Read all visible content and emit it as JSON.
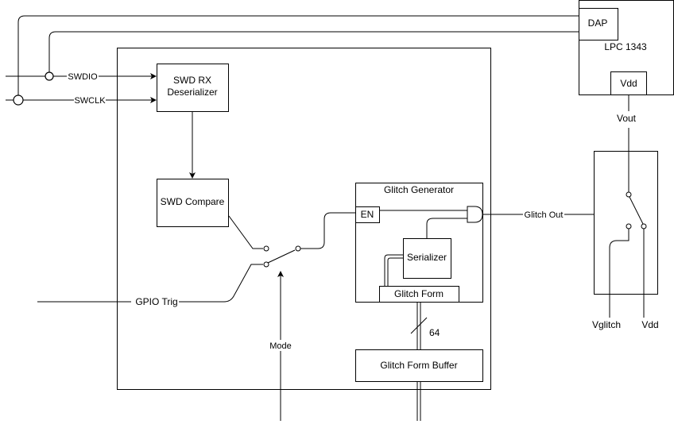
{
  "blocks": {
    "swd_rx": [
      "SWD RX",
      "Deserializer"
    ],
    "swd_compare": "SWD Compare",
    "glitch_generator": "Glitch Generator",
    "en": "EN",
    "serializer": "Serializer",
    "glitch_form": "Glitch Form",
    "glitch_form_buffer": "Glitch Form Buffer",
    "dap": "DAP",
    "lpc": "LPC 1343",
    "lpc_vdd": "Vdd"
  },
  "signals": {
    "swdio": "SWDIO",
    "swclk": "SWCLK",
    "gpio_trig": "GPIO Trig",
    "mode": "Mode",
    "glitch_out": "Glitch Out",
    "bus_width": "64",
    "vout": "Vout",
    "vglitch": "Vglitch",
    "vdd": "Vdd"
  }
}
